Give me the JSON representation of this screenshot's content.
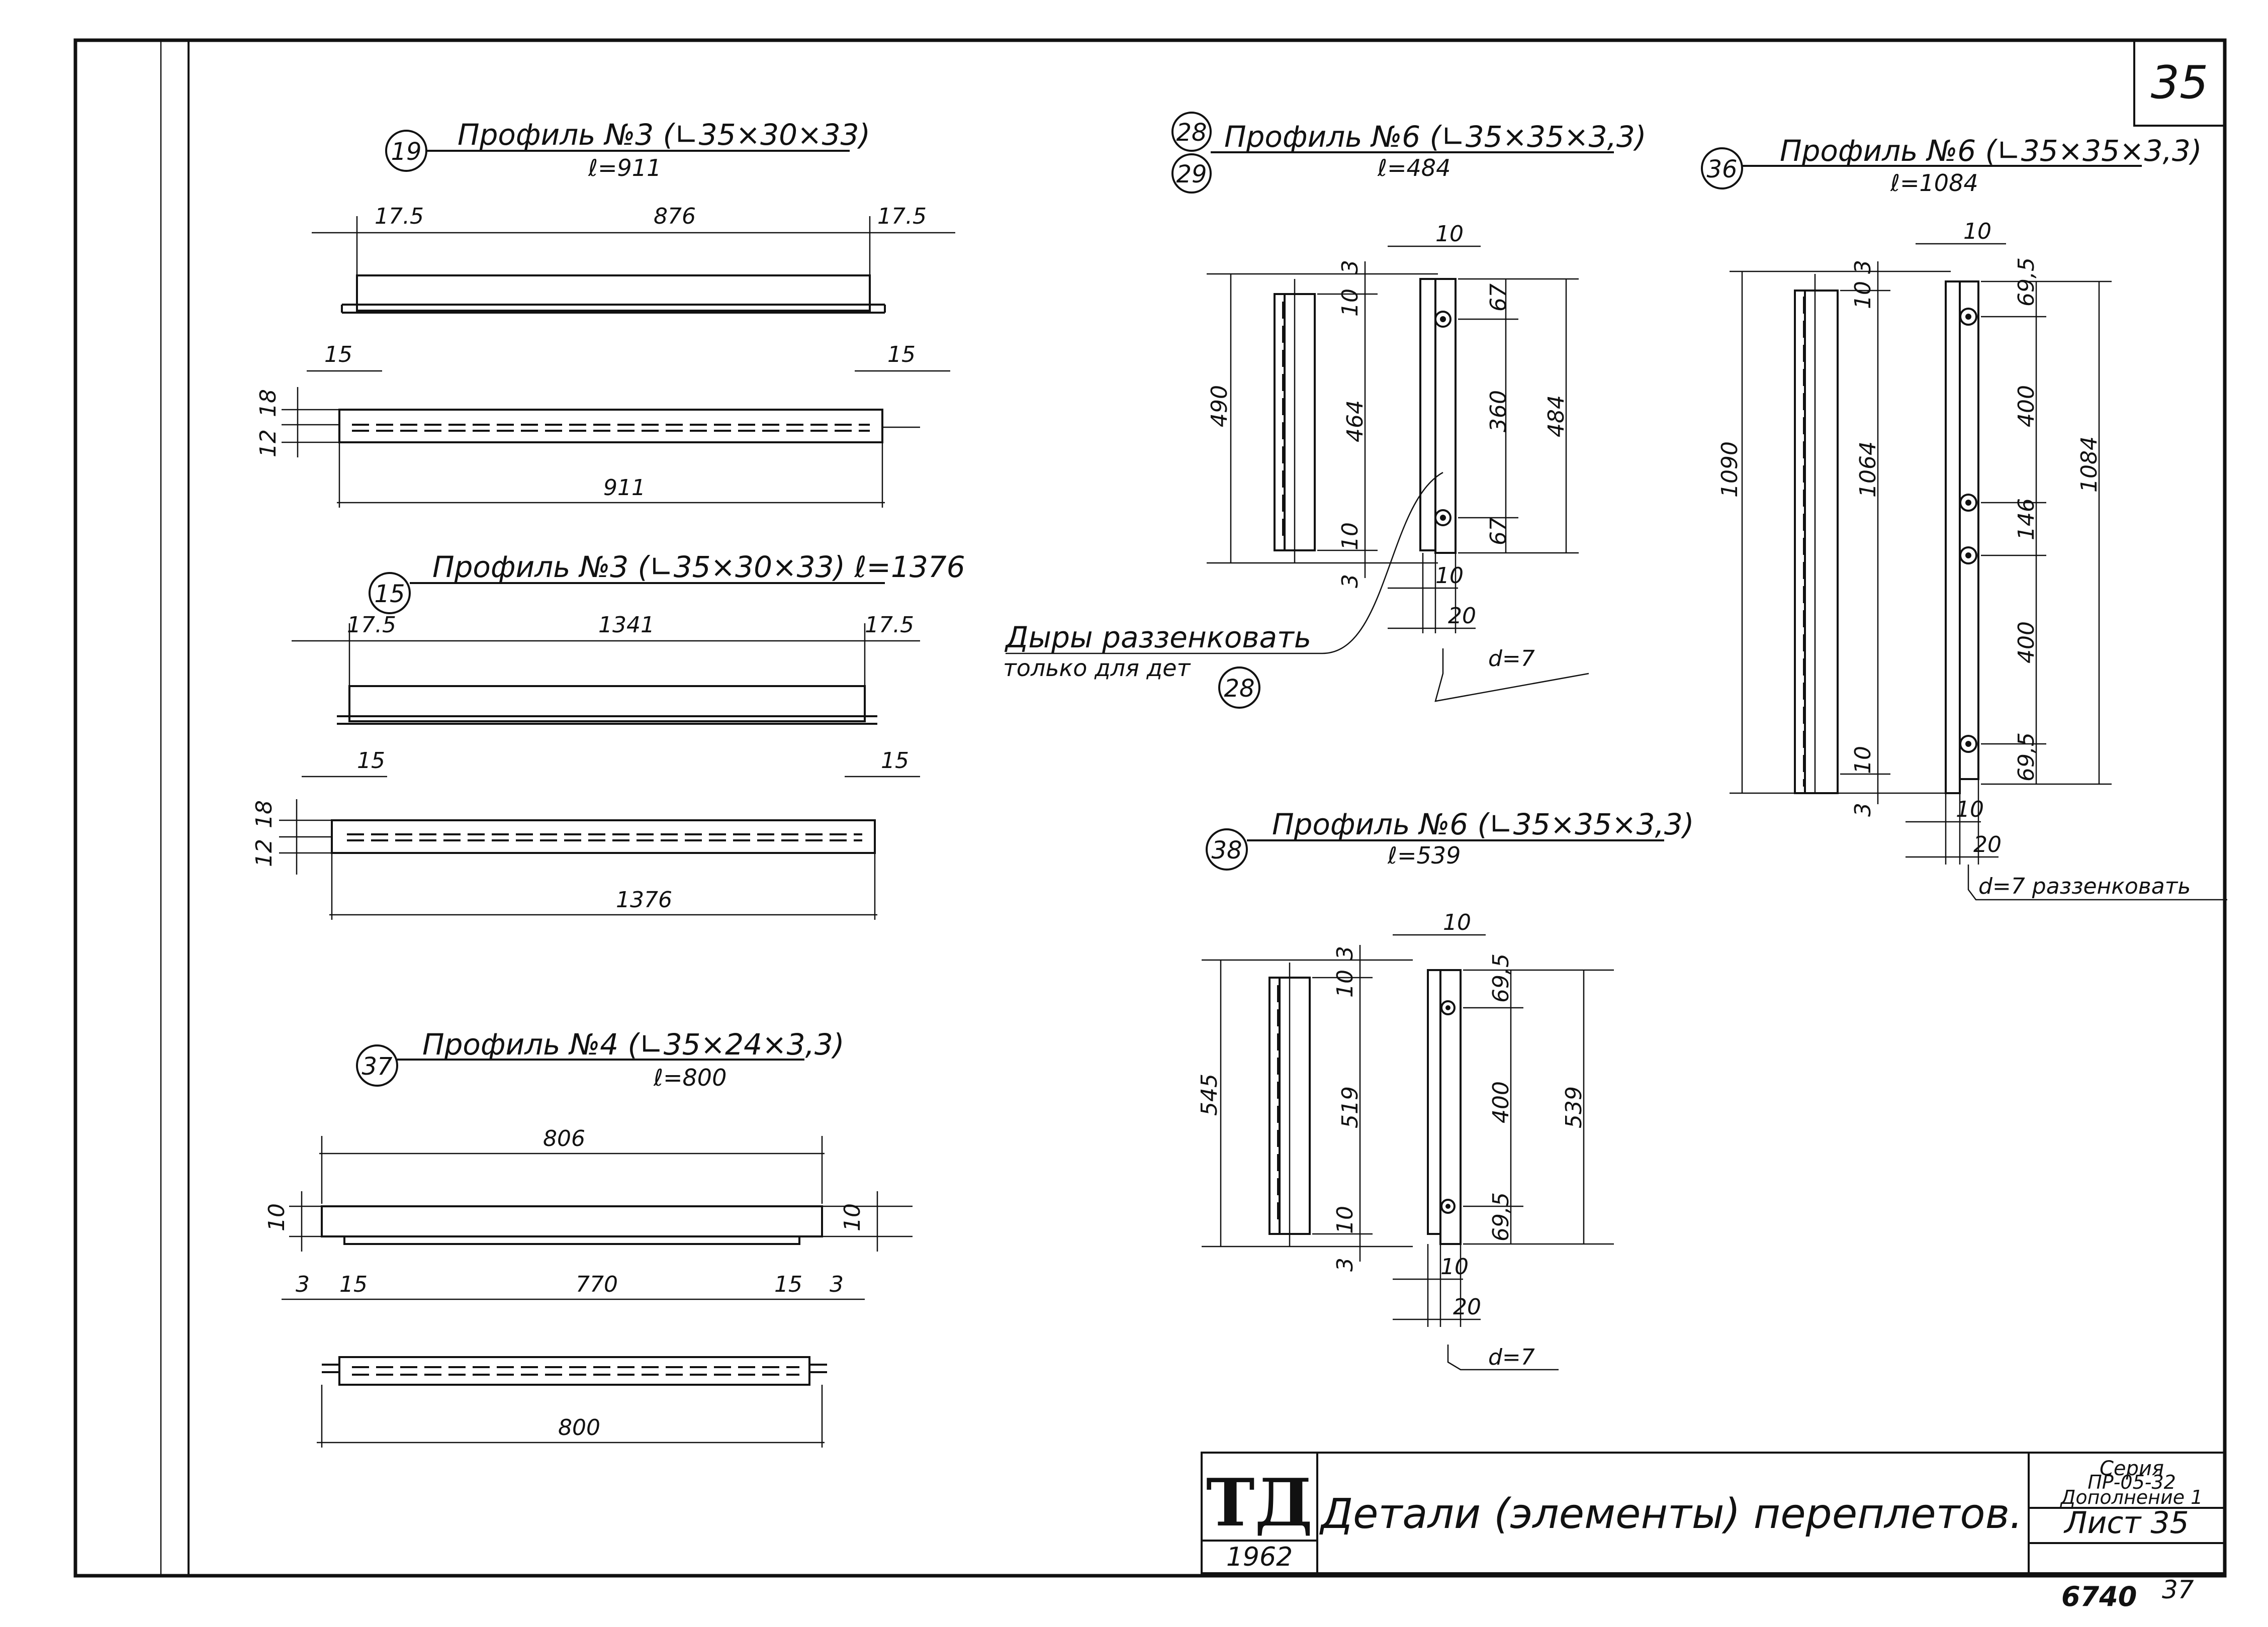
{
  "sheet": {
    "number": "35",
    "title": "Детали (элементы) переплетов.",
    "stamp": "ТД",
    "year": "1962",
    "series_line1": "Серия",
    "series_line2": "ПР-05-32",
    "series_line3": "Дополнение 1",
    "sheet_label": "Лист 35",
    "archive_left": "6740",
    "archive_right": "37"
  },
  "details": {
    "d19": {
      "id": "19",
      "title": "Профиль №3 (∟35×30×33)",
      "length": "ℓ=911",
      "dims": {
        "a": "17.5",
        "b": "876",
        "c": "17.5",
        "d": "15",
        "e": "15",
        "h1": "18",
        "h2": "12",
        "total": "911"
      }
    },
    "d15": {
      "id": "15",
      "title": "Профиль №3 (∟35×30×33) ℓ=1376",
      "dims": {
        "a": "17.5",
        "b": "1341",
        "c": "17.5",
        "d": "15",
        "e": "15",
        "h1": "18",
        "h2": "12",
        "total": "1376"
      }
    },
    "d37": {
      "id": "37",
      "title": "Профиль №4 (∟35×24×3,3)",
      "length": "ℓ=800",
      "dims": {
        "top": "806",
        "l10": "10",
        "r10": "10",
        "s3a": "3",
        "s15a": "15",
        "mid": "770",
        "s15b": "15",
        "s3b": "3",
        "total": "800"
      }
    },
    "d28": {
      "id1": "28",
      "id2": "29",
      "title": "Профиль №6 (∟35×35×3,3)",
      "length": "ℓ=484",
      "dims": {
        "w10": "10",
        "t3": "3",
        "t10": "10",
        "h490": "490",
        "h464": "464",
        "b10": "10",
        "b3": "3",
        "e67a": "67",
        "h360": "360",
        "e67b": "67",
        "h484": "484",
        "b10w": "10",
        "b20": "20",
        "dia": "d=7"
      },
      "note1": "Дыры раззенковать",
      "note2": "только для дет",
      "note_ref": "28"
    },
    "d36": {
      "id": "36",
      "title": "Профиль №6 (∟35×35×3,3)",
      "length": "ℓ=1084",
      "dims": {
        "w10": "10",
        "t3": "3",
        "t10": "10",
        "h1090": "1090",
        "h1064": "1064",
        "b10": "10",
        "b3": "3",
        "e695a": "69,5",
        "h400a": "400",
        "h146": "146",
        "h400b": "400",
        "e695b": "69,5",
        "h1084": "1084",
        "b10w": "10",
        "b20": "20",
        "dia": "d=7 раззенковать"
      }
    },
    "d38": {
      "id": "38",
      "title": "Профиль №6 (∟35×35×3,3)",
      "length": "ℓ=539",
      "dims": {
        "w10": "10",
        "t3": "3",
        "t10": "10",
        "h545": "545",
        "h519": "519",
        "b10": "10",
        "b3": "3",
        "e695a": "69,5",
        "h400": "400",
        "e695b": "69,5",
        "h539": "539",
        "b10w": "10",
        "b20": "20",
        "dia": "d=7"
      }
    }
  }
}
